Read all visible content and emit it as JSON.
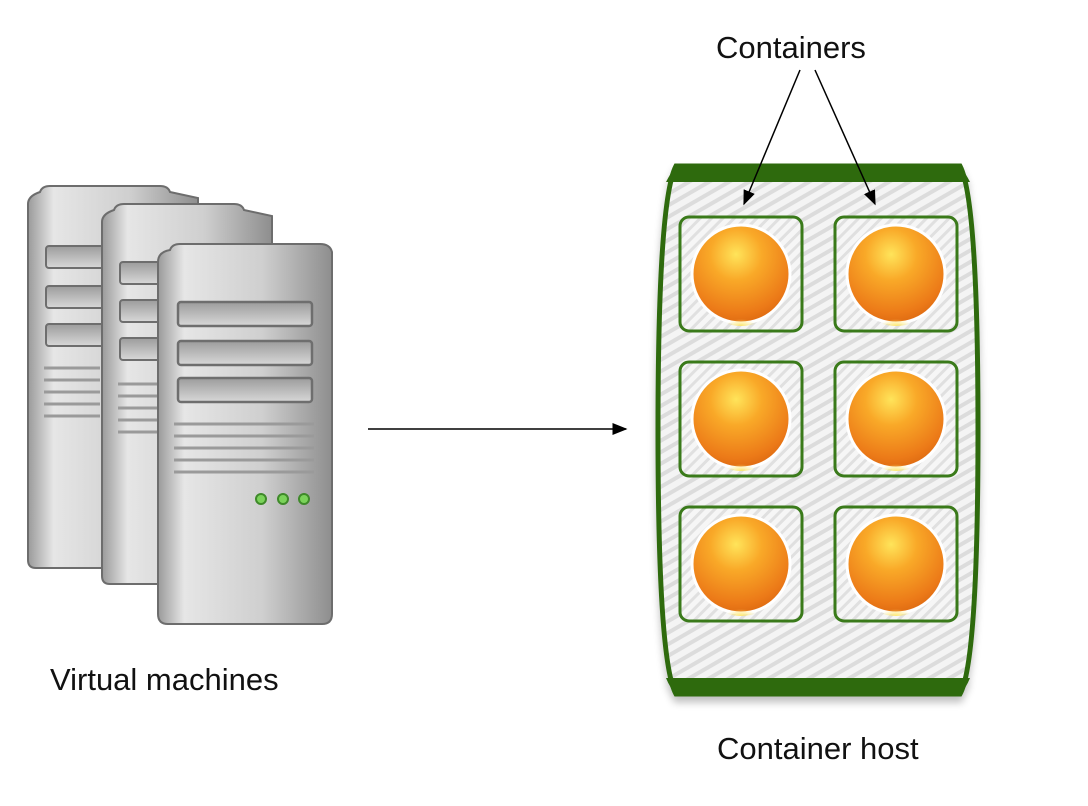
{
  "labels": {
    "containers": "Containers",
    "virtual_machines": "Virtual machines",
    "container_host": "Container host"
  },
  "icons": {
    "servers": "server-stack-icon",
    "container_ball": "orange-sphere-icon"
  },
  "colors": {
    "host_border": "#2d6a10",
    "host_fill": "#f2f2f2",
    "container_border": "#3a7a1a",
    "ball_main": "#f08a1c",
    "ball_highlight": "#ffe066",
    "server_body": "#b8b8b8",
    "server_led": "#66cc44",
    "arrow": "#000000"
  },
  "containers_count": 6
}
